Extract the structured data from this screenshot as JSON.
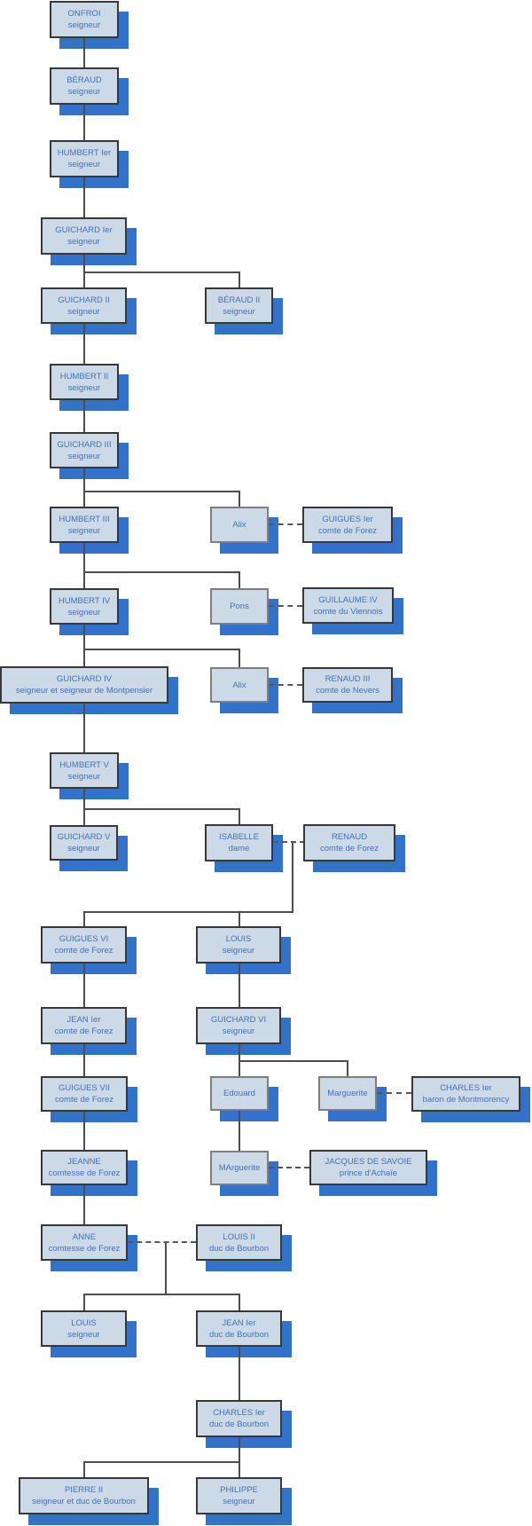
{
  "diagram": {
    "type": "family-tree",
    "colors": {
      "box_fill": "#ccd9e7",
      "box_shadow": "#3372cb",
      "box_border": "#383838",
      "box_border_light": "#7e7e7e",
      "text": "#4371b7",
      "connector": "#4d4d4d"
    }
  },
  "nodes": {
    "onfroi": {
      "name": "ONFROI",
      "title": "seigneur"
    },
    "beraud": {
      "name": "BÉRAUD",
      "title": "seigneur"
    },
    "humbert1": {
      "name": "HUMBERT Ier",
      "title": "seigneur"
    },
    "guichard1": {
      "name": "GUICHARD Ier",
      "title": "seigneur"
    },
    "guichard2": {
      "name": "GUICHARD II",
      "title": "seigneur"
    },
    "beraud2": {
      "name": "BÉRAUD II",
      "title": "seigneur"
    },
    "humbert2": {
      "name": "HUMBERT II",
      "title": "seigneur"
    },
    "guichard3": {
      "name": "GUICHARD III",
      "title": "seigneur"
    },
    "humbert3": {
      "name": "HUMBERT III",
      "title": "seigneur"
    },
    "alix1": {
      "name": "Alix",
      "title": ""
    },
    "guigues1": {
      "name": "GUIGUES Ier",
      "title": "comte de Forez"
    },
    "humbert4": {
      "name": "HUMBERT IV",
      "title": "seigneur"
    },
    "pons": {
      "name": "Pons",
      "title": ""
    },
    "guillaume4": {
      "name": "GUILLAUME IV",
      "title": "comte du Viennois"
    },
    "guichard4": {
      "name": "GUICHARD IV",
      "title": "seigneur et seigneur de Montpensier"
    },
    "alix2": {
      "name": "Alix",
      "title": ""
    },
    "renaud3": {
      "name": "RENAUD III",
      "title": "comte de Nevers"
    },
    "humbert5": {
      "name": "HUMBERT V",
      "title": "seigneur"
    },
    "guichard5": {
      "name": "GUICHARD V",
      "title": "seigneur"
    },
    "isabelle": {
      "name": "ISABELLE",
      "title": "dame"
    },
    "renaud": {
      "name": "RENAUD",
      "title": "comte de Forez"
    },
    "guigues6": {
      "name": "GUIGUES VI",
      "title": "comte de Forez"
    },
    "louis1": {
      "name": "LOUIS",
      "title": "seigneur"
    },
    "jean1forez": {
      "name": "JEAN Ier",
      "title": "comte de Forez"
    },
    "guichard6": {
      "name": "GUICHARD VI",
      "title": "seigneur"
    },
    "guigues7": {
      "name": "GUIGUES VII",
      "title": "comte de Forez"
    },
    "edouard": {
      "name": "Edouard",
      "title": ""
    },
    "marguerite1": {
      "name": "Marguerite",
      "title": ""
    },
    "charles1mont": {
      "name": "CHARLES Ier",
      "title": "baron de Montmorency"
    },
    "jeanne": {
      "name": "JEANNE",
      "title": "comtesse de Forez"
    },
    "marguerite2": {
      "name": "MArguerite",
      "title": ""
    },
    "jacques": {
      "name": "JACQUES DE SAVOIE",
      "title": "prince d'Achaïe"
    },
    "anne": {
      "name": "ANNE",
      "title": "comtesse de Forez"
    },
    "louis2": {
      "name": "LOUIS II",
      "title": "duc de Bourbon"
    },
    "louis3": {
      "name": "LOUIS",
      "title": "seigneur"
    },
    "jean1bourbon": {
      "name": "JEAN Ier",
      "title": "duc de Bourbon"
    },
    "charles1bourbon": {
      "name": "CHARLES Ier",
      "title": "duc de Bourbon"
    },
    "pierre2": {
      "name": "PIERRE II",
      "title": "seigneur et duc de Bourbon"
    },
    "philippe": {
      "name": "PHILIPPE",
      "title": "seigneur"
    }
  }
}
